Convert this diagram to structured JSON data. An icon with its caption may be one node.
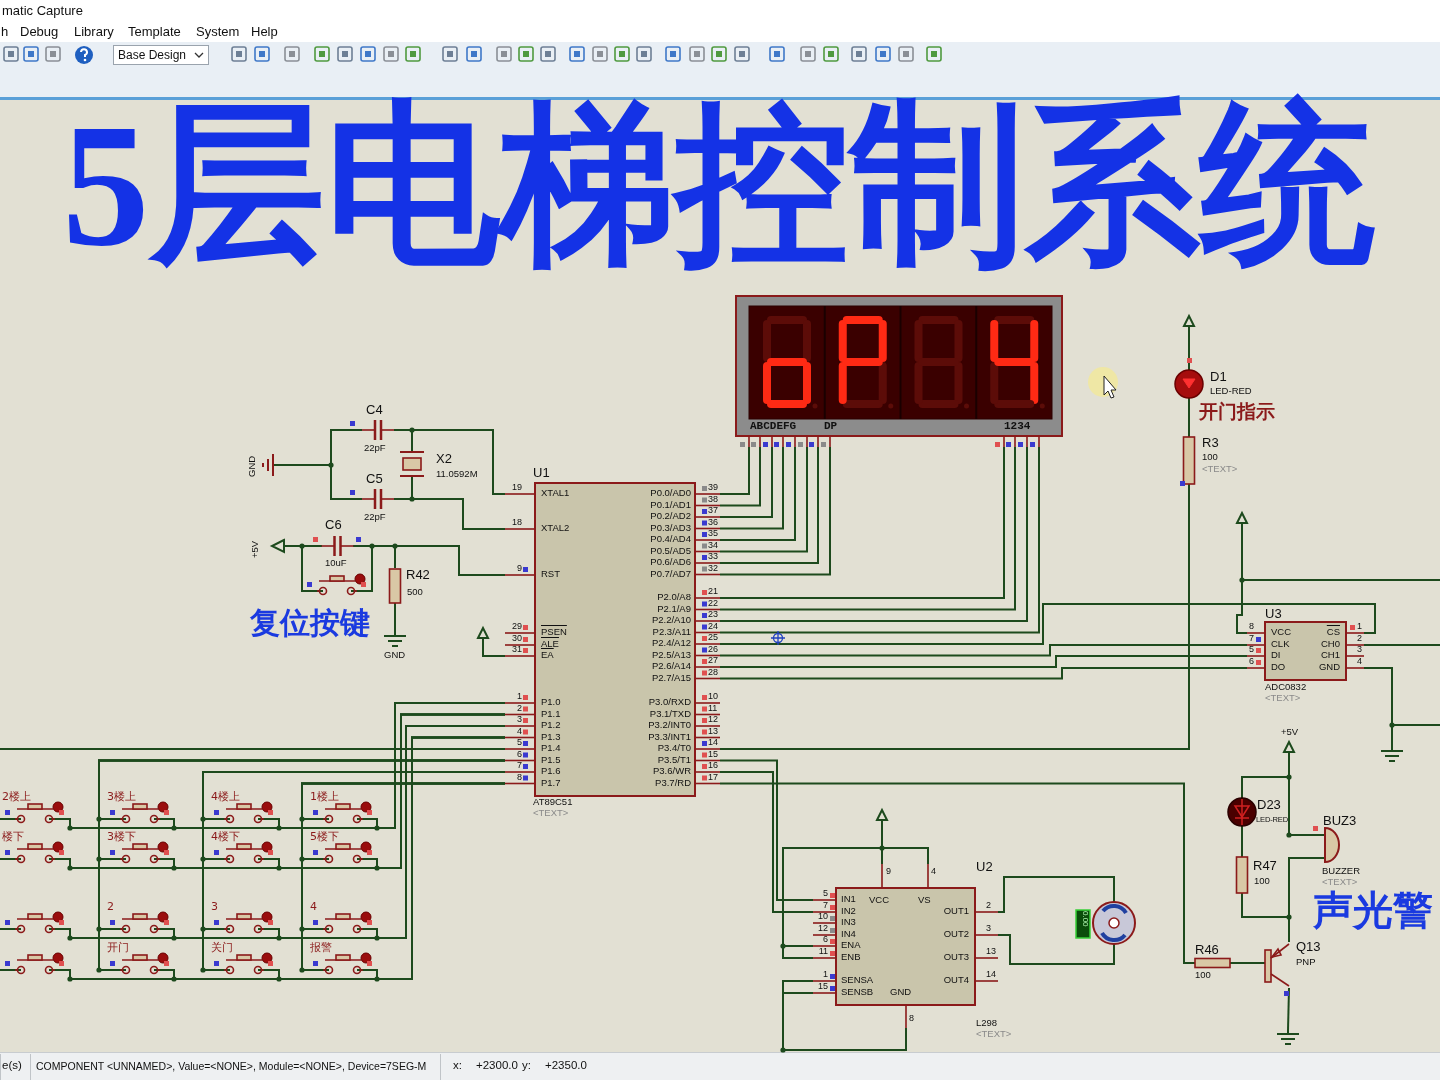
{
  "diagram": {
    "title": "5层电梯控制系统",
    "nodes": [
      {
        "text": [
          "ABCDEFG",
          "DP",
          "1234"
        ]
      },
      {
        "text": [
          "U1",
          "XTAL1",
          "XTAL2",
          "RST",
          "PSEN",
          "ALE",
          "EA",
          "P1.0",
          "P1.1",
          "P1.2",
          "P1.3",
          "P1.4",
          "P1.5",
          "P1.6",
          "P1.7",
          "P0.0/AD0",
          "P0.1/AD1",
          "P0.2/AD2",
          "P0.3/AD3",
          "P0.4/AD4",
          "P0.5/AD5",
          "P0.6/AD6",
          "P0.7/AD7",
          "P2.0/A8",
          "P2.1/A9",
          "P2.2/A10",
          "P2.3/A11",
          "P2.4/A12",
          "P2.5/A13",
          "P2.6/A14",
          "P2.7/A15",
          "P3.0/RXD",
          "P3.1/TXD",
          "P3.2/INT0",
          "P3.3/INT1",
          "P3.4/T0",
          "P3.5/T1",
          "P3.6/WR",
          "P3.7/RD",
          "AT89C51",
          "<TEXT>"
        ],
        "beside": [
          "19",
          "18",
          "9",
          "29",
          "30",
          "31",
          "1",
          "2",
          "3",
          "4",
          "5",
          "6",
          "7",
          "8",
          "39",
          "38",
          "37",
          "36",
          "35",
          "34",
          "33",
          "32",
          "21",
          "22",
          "23",
          "24",
          "25",
          "26",
          "27",
          "28",
          "10",
          "11",
          "12",
          "13",
          "14",
          "15",
          "16",
          "17"
        ]
      },
      {
        "text": [
          "C4",
          "22pF"
        ]
      },
      {
        "text": [
          "X2",
          "11.0592M"
        ]
      },
      {
        "text": [
          "C5",
          "22pF"
        ]
      },
      {
        "text": [
          "GND"
        ]
      },
      {
        "text": [
          "C6",
          "10uF"
        ]
      },
      {
        "text": [
          "+5V"
        ]
      },
      {
        "text": [],
        "shape": "switch"
      },
      {
        "text": [
          "R42",
          "500"
        ]
      },
      {
        "text": [
          "GND"
        ]
      },
      {
        "text": [],
        "shape": "terminal"
      },
      {
        "text": [],
        "shape": "terminal"
      },
      {
        "text": [
          "D1",
          "LED-RED"
        ]
      },
      {
        "text": [
          "R3",
          "100",
          "<TEXT>"
        ]
      },
      {
        "text": [],
        "shape": "terminal"
      },
      {
        "text": [
          "U3",
          "VCC",
          "CLK",
          "DI",
          "DO",
          "CS",
          "CH0",
          "CH1",
          "GND",
          "ADC0832",
          "<TEXT>",
          "8",
          "7",
          "5",
          "6",
          "1",
          "2",
          "3",
          "4"
        ]
      },
      {
        "text": [],
        "shape": "ground"
      },
      {
        "text": [],
        "shape": "terminal"
      },
      {
        "text": [
          "U2",
          "IN1",
          "IN2",
          "IN3",
          "IN4",
          "ENA",
          "ENB",
          "SENSA",
          "SENSB",
          "VCC",
          "VS",
          "GND",
          "OUT1",
          "OUT2",
          "OUT3",
          "OUT4",
          "L298",
          "<TEXT>",
          "9",
          "4",
          "5",
          "7",
          "10",
          "12",
          "6",
          "11",
          "1",
          "15",
          "8",
          "2",
          "3",
          "13",
          "14"
        ]
      },
      {
        "text": [
          "0.00"
        ]
      },
      {
        "text": [
          "+5V"
        ]
      },
      {
        "text": [
          "D23",
          "LED-RED"
        ]
      },
      {
        "text": [
          "BUZ3",
          "BUZZER",
          "<TEXT>"
        ]
      },
      {
        "text": [
          "R47",
          "100"
        ]
      },
      {
        "text": [
          "R46",
          "100"
        ]
      },
      {
        "text": [
          "Q13",
          "PNP"
        ]
      },
      {
        "text": [],
        "shape": "ground"
      },
      {
        "text": [
          "2楼上"
        ]
      },
      {
        "text": [
          "3楼上"
        ]
      },
      {
        "text": [
          "4楼上"
        ]
      },
      {
        "text": [
          "1楼上"
        ]
      },
      {
        "text": [
          "楼下"
        ]
      },
      {
        "text": [
          "3楼下"
        ]
      },
      {
        "text": [
          "4楼下"
        ]
      },
      {
        "text": [
          "5楼下"
        ]
      },
      {
        "text": [],
        "shape": "switch"
      },
      {
        "text": [
          "2"
        ]
      },
      {
        "text": [
          "3"
        ]
      },
      {
        "text": [
          "4"
        ]
      },
      {
        "text": [],
        "shape": "switch"
      },
      {
        "text": [
          "开门"
        ]
      },
      {
        "text": [
          "关门"
        ]
      },
      {
        "text": [
          "报警"
        ]
      }
    ],
    "edges": [
      {
        "from": 1,
        "to": 0,
        "arrow": "none"
      },
      {
        "from": 1,
        "to": 0,
        "arrow": "none"
      },
      {
        "from": 1,
        "to": 0,
        "arrow": "none"
      },
      {
        "from": 1,
        "to": 0,
        "arrow": "none"
      },
      {
        "from": 1,
        "to": 0,
        "arrow": "none"
      },
      {
        "from": 1,
        "to": 0,
        "arrow": "none"
      },
      {
        "from": 1,
        "to": 0,
        "arrow": "none"
      },
      {
        "from": 1,
        "to": 0,
        "arrow": "none"
      },
      {
        "from": 1,
        "to": 0,
        "arrow": "none"
      },
      {
        "from": 1,
        "to": 0,
        "arrow": "none"
      },
      {
        "from": 1,
        "to": 0,
        "arrow": "none"
      },
      {
        "from": 1,
        "to": 0,
        "arrow": "none"
      },
      {
        "from": 1,
        "to": 16,
        "arrow": "none"
      },
      {
        "from": 1,
        "to": 16,
        "arrow": "none"
      },
      {
        "from": 1,
        "to": 16,
        "arrow": "none"
      },
      {
        "from": 1,
        "to": 16,
        "arrow": "none"
      },
      {
        "from": 2,
        "to": 1,
        "arrow": "none"
      },
      {
        "from": 3,
        "to": 2,
        "arrow": "none"
      },
      {
        "from": 4,
        "to": 1,
        "arrow": "none"
      },
      {
        "from": 3,
        "to": 4,
        "arrow": "none"
      },
      {
        "from": 5,
        "to": 2,
        "arrow": "none"
      },
      {
        "from": 5,
        "to": 4,
        "arrow": "none"
      },
      {
        "from": 7,
        "to": 6,
        "arrow": "none"
      },
      {
        "from": 6,
        "to": 1,
        "arrow": "none"
      },
      {
        "from": 7,
        "to": 8,
        "arrow": "none"
      },
      {
        "from": 8,
        "to": 6,
        "arrow": "none"
      },
      {
        "from": 9,
        "to": 6,
        "arrow": "none"
      },
      {
        "from": 9,
        "to": 10,
        "arrow": "none"
      },
      {
        "from": 11,
        "to": 1,
        "arrow": "none"
      },
      {
        "from": 12,
        "to": 13,
        "arrow": "none"
      },
      {
        "from": 13,
        "to": 14,
        "arrow": "none"
      },
      {
        "from": 1,
        "to": 14,
        "arrow": "none"
      },
      {
        "from": 15,
        "to": 16,
        "arrow": "none"
      },
      {
        "from": 16,
        "to": 17,
        "arrow": "none"
      },
      {
        "from": 16,
        "to": null,
        "arrow": "none"
      },
      {
        "from": 15,
        "to": null,
        "arrow": "none"
      },
      {
        "from": 17,
        "to": null,
        "arrow": "none"
      },
      {
        "from": 1,
        "to": 19,
        "arrow": "none"
      },
      {
        "from": 1,
        "to": 19,
        "arrow": "none"
      },
      {
        "from": 1,
        "to": 25,
        "arrow": "none"
      },
      {
        "from": 18,
        "to": 19,
        "arrow": "none"
      },
      {
        "from": 18,
        "to": 19,
        "arrow": "none"
      },
      {
        "from": 18,
        "to": 19,
        "arrow": "none"
      },
      {
        "from": 18,
        "to": 19,
        "arrow": "none"
      },
      {
        "from": 19,
        "to": 19,
        "arrow": "none"
      },
      {
        "from": 19,
        "to": 19,
        "arrow": "none"
      },
      {
        "from": 19,
        "to": 20,
        "arrow": "none"
      },
      {
        "from": 19,
        "to": 20,
        "arrow": "none"
      },
      {
        "from": 21,
        "to": 22,
        "arrow": "none"
      },
      {
        "from": 22,
        "to": 24,
        "arrow": "none"
      },
      {
        "from": 24,
        "to": 26,
        "arrow": "none"
      },
      {
        "from": 21,
        "to": 23,
        "arrow": "none"
      },
      {
        "from": 23,
        "to": 26,
        "arrow": "none"
      },
      {
        "from": 25,
        "to": 26,
        "arrow": "none"
      },
      {
        "from": 26,
        "to": 27,
        "arrow": "none"
      },
      {
        "from": 28,
        "to": 1,
        "arrow": "none"
      },
      {
        "from": 29,
        "to": 1,
        "arrow": "none"
      },
      {
        "from": 30,
        "to": 1,
        "arrow": "none"
      },
      {
        "from": 31,
        "to": 1,
        "arrow": "none"
      },
      {
        "from": 32,
        "to": 1,
        "arrow": "none"
      },
      {
        "from": 33,
        "to": 1,
        "arrow": "none"
      },
      {
        "from": 34,
        "to": 1,
        "arrow": "none"
      },
      {
        "from": 35,
        "to": 1,
        "arrow": "none"
      },
      {
        "from": 36,
        "to": 1,
        "arrow": "none"
      },
      {
        "from": 37,
        "to": 1,
        "arrow": "none"
      },
      {
        "from": 38,
        "to": 1,
        "arrow": "none"
      },
      {
        "from": 39,
        "to": 1,
        "arrow": "none"
      },
      {
        "from": 40,
        "to": 1,
        "arrow": "none"
      },
      {
        "from": 41,
        "to": 1,
        "arrow": "none"
      },
      {
        "from": 42,
        "to": 1,
        "arrow": "none"
      },
      {
        "from": 43,
        "to": 1,
        "arrow": "none"
      },
      {
        "from": 28,
        "to": 1,
        "arrow": "none"
      },
      {
        "from": 29,
        "to": 1,
        "arrow": "none"
      },
      {
        "from": 30,
        "to": 1,
        "arrow": "none"
      },
      {
        "from": 31,
        "to": 1,
        "arrow": "none"
      },
      {
        "from": 32,
        "to": 1,
        "arrow": "none"
      },
      {
        "from": 33,
        "to": 1,
        "arrow": "none"
      },
      {
        "from": 34,
        "to": 1,
        "arrow": "none"
      },
      {
        "from": 35,
        "to": 1,
        "arrow": "none"
      },
      {
        "from": 36,
        "to": 1,
        "arrow": "none"
      },
      {
        "from": 37,
        "to": 1,
        "arrow": "none"
      },
      {
        "from": 38,
        "to": 1,
        "arrow": "none"
      },
      {
        "from": 39,
        "to": 1,
        "arrow": "none"
      },
      {
        "from": 40,
        "to": 1,
        "arrow": "none"
      },
      {
        "from": 41,
        "to": 1,
        "arrow": "none"
      },
      {
        "from": 42,
        "to": 1,
        "arrow": "none"
      },
      {
        "from": 43,
        "to": 1,
        "arrow": "none"
      }
    ],
    "labels": [
      "复位按键",
      "开门指示",
      "声光警",
      "matic Capture",
      "h",
      "Debug",
      "Library",
      "Template",
      "System",
      "Help",
      "Base Design",
      "e(s)",
      "COMPONENT <UNNAMED>, Value=<NONE>, Module=<NONE>, Device=7SEG-M",
      "x:",
      "+2300.0",
      "y:",
      "+2350.0"
    ]
  }
}
